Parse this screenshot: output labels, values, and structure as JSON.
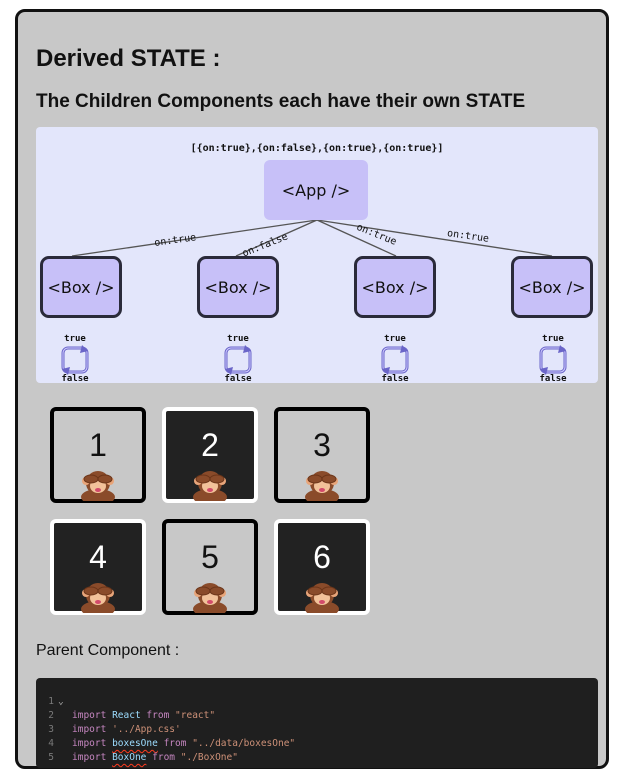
{
  "heading": "Derived STATE :",
  "subheading": "The Children Components each have their own STATE",
  "diagram": {
    "array_label": "[{on:true},{on:false},{on:true},{on:true}]",
    "app_node": "<App />",
    "edges": [
      "on:true",
      "on:false",
      "on:true",
      "on:true"
    ],
    "boxes": [
      {
        "label": "<Box />",
        "top": "true",
        "bottom": "false"
      },
      {
        "label": "<Box />",
        "top": "true",
        "bottom": "false"
      },
      {
        "label": "<Box />",
        "top": "true",
        "bottom": "false"
      },
      {
        "label": "<Box />",
        "top": "true",
        "bottom": "false"
      }
    ]
  },
  "tiles": [
    {
      "number": "1",
      "on": false,
      "icon": "see-no-evil-monkey-icon"
    },
    {
      "number": "2",
      "on": true,
      "icon": "see-no-evil-monkey-icon"
    },
    {
      "number": "3",
      "on": false,
      "icon": "see-no-evil-monkey-icon"
    },
    {
      "number": "4",
      "on": true,
      "icon": "see-no-evil-monkey-icon"
    },
    {
      "number": "5",
      "on": false,
      "icon": "see-no-evil-monkey-icon"
    },
    {
      "number": "6",
      "on": true,
      "icon": "see-no-evil-monkey-icon"
    }
  ],
  "parent_label": "Parent Component :",
  "code": {
    "lines": [
      {
        "n": "1",
        "kw": "import",
        "id": "React",
        "from": "from",
        "str": "\"react\""
      },
      {
        "n": "2",
        "kw": "import",
        "str": "'../App.css'"
      },
      {
        "n": "3",
        "kw": "import",
        "id": "boxesOne",
        "from": "from",
        "str": "\"../data/boxesOne\""
      },
      {
        "n": "4",
        "kw": "import",
        "id": "BoxOne",
        "from": "from",
        "str": "\"./BoxOne\""
      },
      {
        "n": "5"
      }
    ]
  },
  "colors": {
    "card_bg": "#c8c8c8",
    "diagram_bg": "#e3e6fb",
    "node_fill": "#c7c0f8",
    "tile_on": "#222222",
    "tile_off": "#c8c8c8",
    "code_bg": "#1f1f1f"
  }
}
